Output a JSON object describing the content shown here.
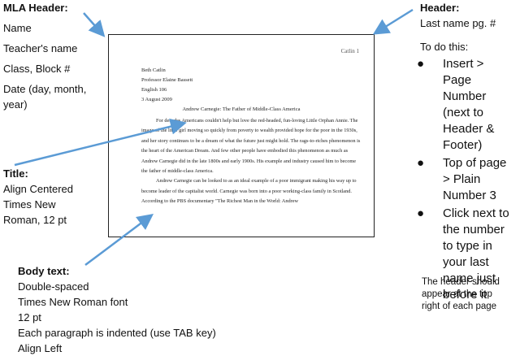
{
  "mla_header": {
    "heading": "MLA Header:",
    "items": [
      "Name",
      "Teacher's name",
      "Class, Block #",
      "Date (day, month,",
      "year)"
    ]
  },
  "title_note": {
    "heading": "Title:",
    "lines": [
      "Align Centered",
      "Times New",
      "Roman, 12 pt"
    ]
  },
  "body_note": {
    "heading": "Body text:",
    "lines": [
      "Double-spaced",
      "Times New Roman font",
      "12 pt",
      "Each paragraph is indented (use TAB key)",
      "Align Left"
    ]
  },
  "header_note": {
    "heading": "Header:",
    "line": "Last name pg. #"
  },
  "todo": {
    "heading": "To do this:",
    "items": [
      [
        "Insert >",
        "Page",
        "Number",
        "(next to",
        "Header &",
        "Footer)"
      ],
      [
        "Top of page",
        "> Plain",
        "Number 3"
      ],
      [
        "Click next to",
        "the number",
        "to type in",
        "your last",
        "name just",
        "before it"
      ]
    ],
    "bullet": "●"
  },
  "note": {
    "lines": [
      "The header should",
      "appear at the top",
      "right of each page"
    ]
  },
  "document": {
    "header": "Catlin 1",
    "info": [
      "Beth Catlin",
      "Professor Elaine Bassett",
      "English 106",
      "3 August 2009"
    ],
    "title": "Andrew Carnegie: The Father of Middle-Class America",
    "paragraphs": [
      "For decades Americans couldn't help but love the red-headed, fun-loving Little Orphan Annie. The image of the little girl moving so quickly from poverty to wealth provided hope for the poor in the 1930s, and her story continues to be a dream of what the future just might hold. The rags-to-riches phenomenon is the heart of the American Dream. And few other people have embodied this phenomenon as much as Andrew Carnegie did in the late 1800s and early 1900s. His example and industry caused him to become the father of middle-class America.",
      "Andrew Carnegie can be looked to as an ideal example of a poor immigrant making his way up to become leader of the capitalist world. Carnegie was born into a poor working-class family in Scotland. According to the PBS documentary \"The Richest Man in the World: Andrew"
    ]
  },
  "colors": {
    "arrow": "#5b9bd5",
    "border": "#222222"
  }
}
